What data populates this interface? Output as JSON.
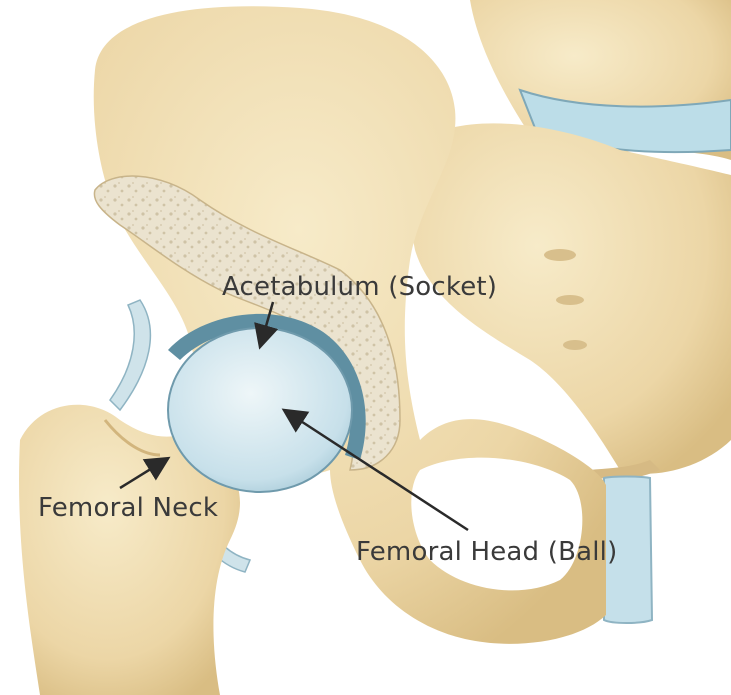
{
  "diagram": {
    "labels": {
      "acetabulum": "Acetabulum (Socket)",
      "femoral_neck": "Femoral Neck",
      "femoral_head": "Femoral Head (Ball)"
    },
    "colors": {
      "bone": "#efdcb0",
      "bone_shadow": "#d9bd83",
      "cartilage": "#c9e2ec",
      "cartilage_edge": "#5f8fa2",
      "spongy": "#e6dcc6",
      "text": "#3a3a3a"
    }
  }
}
